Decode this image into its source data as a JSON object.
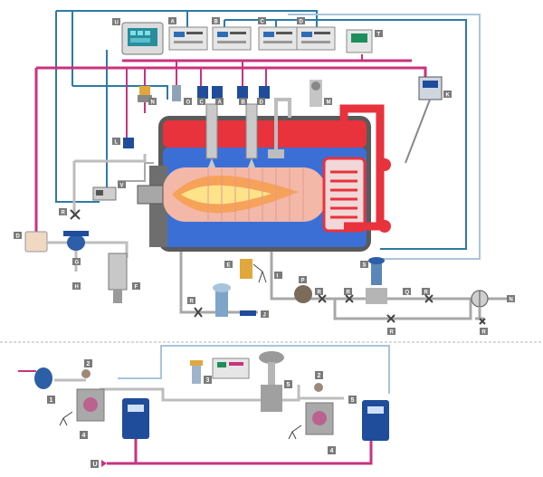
{
  "labels": {
    "U_top": "U",
    "A": "A",
    "B": "B",
    "C": "C",
    "D_ctrl": "D",
    "T": "T",
    "N": "N",
    "O": "O",
    "C2": "C",
    "A2": "A",
    "B2": "B",
    "D2": "D",
    "M": "M",
    "K": "K",
    "L": "L",
    "R_left": "R",
    "V": "V",
    "D_left": "D",
    "G": "G",
    "H": "H",
    "F": "F",
    "R_low": "R",
    "E": "E",
    "I": "I",
    "J": "J",
    "P": "P",
    "S": "S",
    "R1": "R",
    "R2": "R",
    "Q": "Q",
    "R3": "R",
    "R4": "R",
    "R5": "R",
    "N_right": "N"
  },
  "numbers": {
    "n1": "1",
    "n2a": "2",
    "n3": "3",
    "n4a": "4",
    "n5a": "5",
    "n2b": "2",
    "n4b": "4",
    "n5b": "5",
    "U_bottom": "U"
  },
  "colors": {
    "boiler_shell": "#5a5a5a",
    "water": "#e8323c",
    "flue": "#3b6fd6",
    "flame": "#f6a259",
    "pipe_magenta": "#c8337f",
    "pipe_blue": "#2d7aa6",
    "pipe_grey": "#a8a8a8",
    "label_bg": "#7a7a7a",
    "device_blue": "#1f4d9b"
  }
}
